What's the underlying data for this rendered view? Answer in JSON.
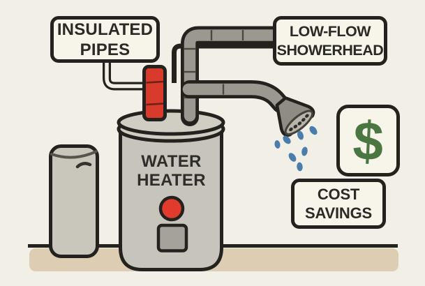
{
  "scene": {
    "background_color": "#f2efe6",
    "floor_band_color": "#ddcdb3",
    "outline_color": "#23221e"
  },
  "labels": {
    "insulated_pipes": {
      "line1": "INSULATED",
      "line2": "PIPES"
    },
    "low_flow_showerhead": {
      "line1": "LOW-FLOW",
      "line2": "SHOWERHEAD"
    },
    "water_heater": {
      "line1": "WATER",
      "line2": "HEATER"
    },
    "cost_savings": {
      "line1": "COST",
      "line2": "SAVINGS"
    },
    "dollar_sign": "$"
  },
  "colors": {
    "pipe_gray": "#9b9890",
    "insulated_pipe_red": "#d83a2c",
    "tank_gray": "#c7c4bb",
    "tank_cap_gray": "#d0cdc3",
    "small_tank_gray": "#c9c6bc",
    "indicator_red": "#e13b2e",
    "access_panel_gray": "#a4a29a",
    "water_drop_blue": "#4b7dac",
    "dollar_green": "#4a7741",
    "label_box_fill": "#f7f4ea"
  }
}
